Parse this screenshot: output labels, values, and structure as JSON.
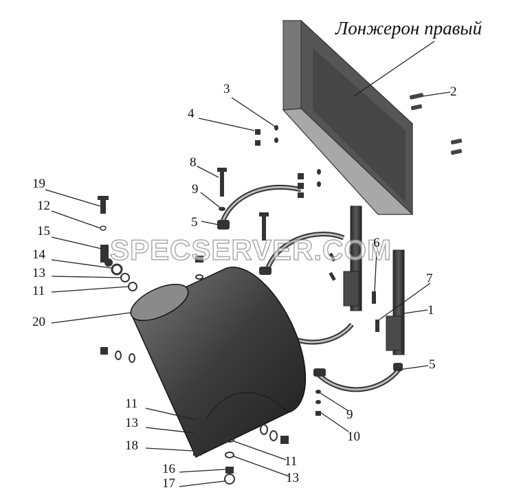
{
  "diagram": {
    "title": "Лонжерон правый",
    "watermark": "SPECSERVER.COM",
    "callouts": {
      "c1": "1",
      "c2": "2",
      "c3": "3",
      "c4": "4",
      "c5a": "5",
      "c5b": "5",
      "c6": "6",
      "c7": "7",
      "c8": "8",
      "c9a": "9",
      "c9b": "9",
      "c10": "10",
      "c11a": "11",
      "c11b": "11",
      "c11c": "11",
      "c12": "12",
      "c13a": "13",
      "c13b": "13",
      "c13c": "13",
      "c14": "14",
      "c15": "15",
      "c16": "16",
      "c17": "17",
      "c18": "18",
      "c19": "19",
      "c20": "20"
    }
  }
}
